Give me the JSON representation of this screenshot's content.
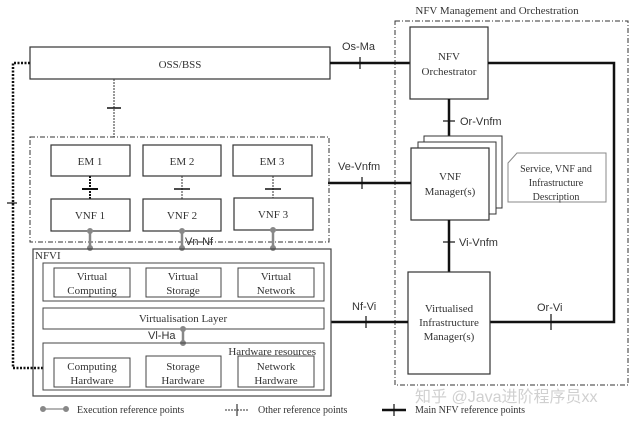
{
  "title": "NFV Management and Orchestration",
  "oss": "OSS/BSS",
  "orchestrator": [
    "NFV",
    "Orchestrator"
  ],
  "vnfm": [
    "VNF",
    "Manager(s)"
  ],
  "vim": [
    "Virtualised",
    "Infrastructure",
    "Manager(s)"
  ],
  "description": [
    "Service, VNF and",
    "Infrastructure",
    "Description"
  ],
  "ems": [
    "EM 1",
    "EM 2",
    "EM 3"
  ],
  "vnfs": [
    "VNF 1",
    "VNF 2",
    "VNF 3"
  ],
  "nfvi": {
    "label": "NFVI",
    "virtual": [
      [
        "Virtual",
        "Computing"
      ],
      [
        "Virtual",
        "Storage"
      ],
      [
        "Virtual",
        "Network"
      ]
    ],
    "layer": "Virtualisation Layer",
    "hw_label": "Hardware resources",
    "hardware": [
      [
        "Computing",
        "Hardware"
      ],
      [
        "Storage",
        "Hardware"
      ],
      [
        "Network",
        "Hardware"
      ]
    ]
  },
  "refpoints": {
    "os_ma": "Os-Ma",
    "or_vnfm": "Or-Vnfm",
    "ve_vnfm": "Ve-Vnfm",
    "vi_vnfm": "Vi-Vnfm",
    "nf_vi": "Nf-Vi",
    "or_vi": "Or-Vi",
    "vn_nf": "Vn-Nf",
    "vi_ha": "Vl-Ha"
  },
  "legend": {
    "execution": "Execution reference points",
    "other": "Other reference points",
    "main": "Main NFV reference points"
  },
  "watermark": "知乎 @Java进阶程序员xx"
}
